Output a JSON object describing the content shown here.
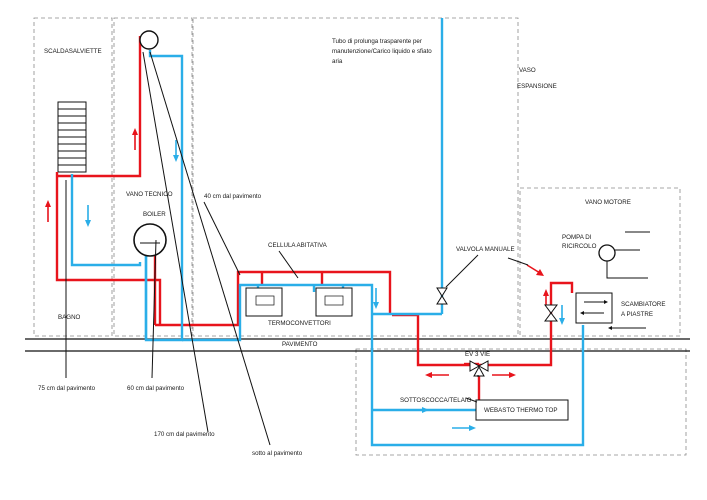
{
  "labels": {
    "scaldasalviette": "SCALDASALVIETTE",
    "bagno": "BAGNO",
    "vano_tecnico": "VANO TECNICO",
    "boiler": "BOILER",
    "tubo_line1": "Tubo di prolunga trasparente per",
    "tubo_line2": "manutenzione/Carico liquido e sfiato",
    "tubo_line3": "aria",
    "vaso": "VASO",
    "espansione": "ESPANSIONE",
    "vano_motore": "VANO MOTORE",
    "pompa_line1": "POMPA DI",
    "pompa_line2": "RICIRCOLO",
    "scambiatore_line1": "SCAMBIATORE",
    "scambiatore_line2": "A PIASTRE",
    "valvola_manuale": "VALVOLA MANUALE",
    "quota_40": "40 cm dal pavimento",
    "cellula": "CELLULA ABITATIVA",
    "termoconvettori": "TERMOCONVETTORI",
    "pavimento": "PAVIMENTO",
    "ev3vie": "EV 3 VIE",
    "sottoscocca": "SOTTOSCOCCA/TELAIO",
    "webasto": "WEBASTO THERMO TOP",
    "quota_75": "75 cm dal pavimento",
    "quota_60": "60 cm dal pavimento",
    "quota_170": "170 cm dal pavimento",
    "sotto_pavimento": "sotto al pavimento"
  },
  "colors": {
    "hot": "#e8141c",
    "cold": "#2aaee8",
    "zone_border": "#8a8a8a"
  }
}
